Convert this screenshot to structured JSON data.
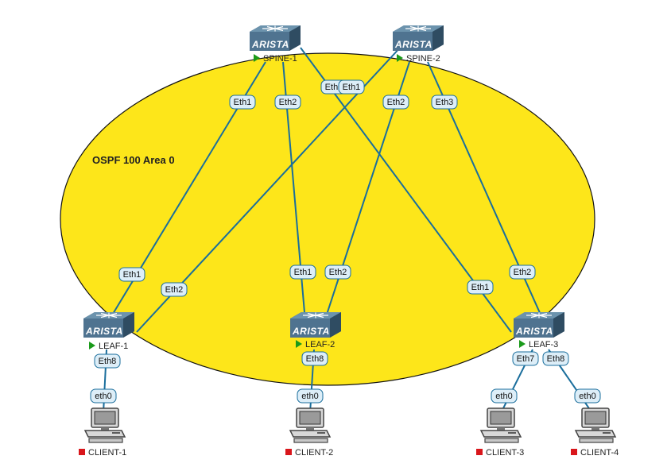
{
  "area_label": "OSPF 100 Area 0",
  "brand": "ARISTA",
  "colors": {
    "area_fill": "#fde61a",
    "link": "#1a6e9c",
    "badge_fill": "#ddeef8",
    "badge_border": "#1a6e9c",
    "switch_body": "#4f7390",
    "switch_top": "#6c93ad",
    "status_up": "#1a9a1a",
    "status_host": "#d9161b"
  },
  "nodes": {
    "spine1": {
      "name": "SPINE-1",
      "icon": "arista-switch-icon"
    },
    "spine2": {
      "name": "SPINE-2",
      "icon": "arista-switch-icon"
    },
    "leaf1": {
      "name": "LEAF-1",
      "icon": "arista-switch-icon"
    },
    "leaf2": {
      "name": "LEAF-2",
      "icon": "arista-switch-icon"
    },
    "leaf3": {
      "name": "LEAF-3",
      "icon": "arista-switch-icon"
    },
    "client1": {
      "name": "CLIENT-1",
      "icon": "computer-icon"
    },
    "client2": {
      "name": "CLIENT-2",
      "icon": "computer-icon"
    },
    "client3": {
      "name": "CLIENT-3",
      "icon": "computer-icon"
    },
    "client4": {
      "name": "CLIENT-4",
      "icon": "computer-icon"
    }
  },
  "interfaces": {
    "s1_l1": "Eth1",
    "s1_l2": "Eth2",
    "s1_l3": "Eth3",
    "s2_l1": "Eth1",
    "s2_l2": "Eth2",
    "s2_l3": "Eth3",
    "l1_s1": "Eth1",
    "l1_s2": "Eth2",
    "l2_s1": "Eth1",
    "l2_s2": "Eth2",
    "l3_s1": "Eth1",
    "l3_s2": "Eth2",
    "l1_c1": "Eth8",
    "l2_c2": "Eth8",
    "l3_c3": "Eth7",
    "l3_c4": "Eth8",
    "c1": "eth0",
    "c2": "eth0",
    "c3": "eth0",
    "c4": "eth0"
  }
}
